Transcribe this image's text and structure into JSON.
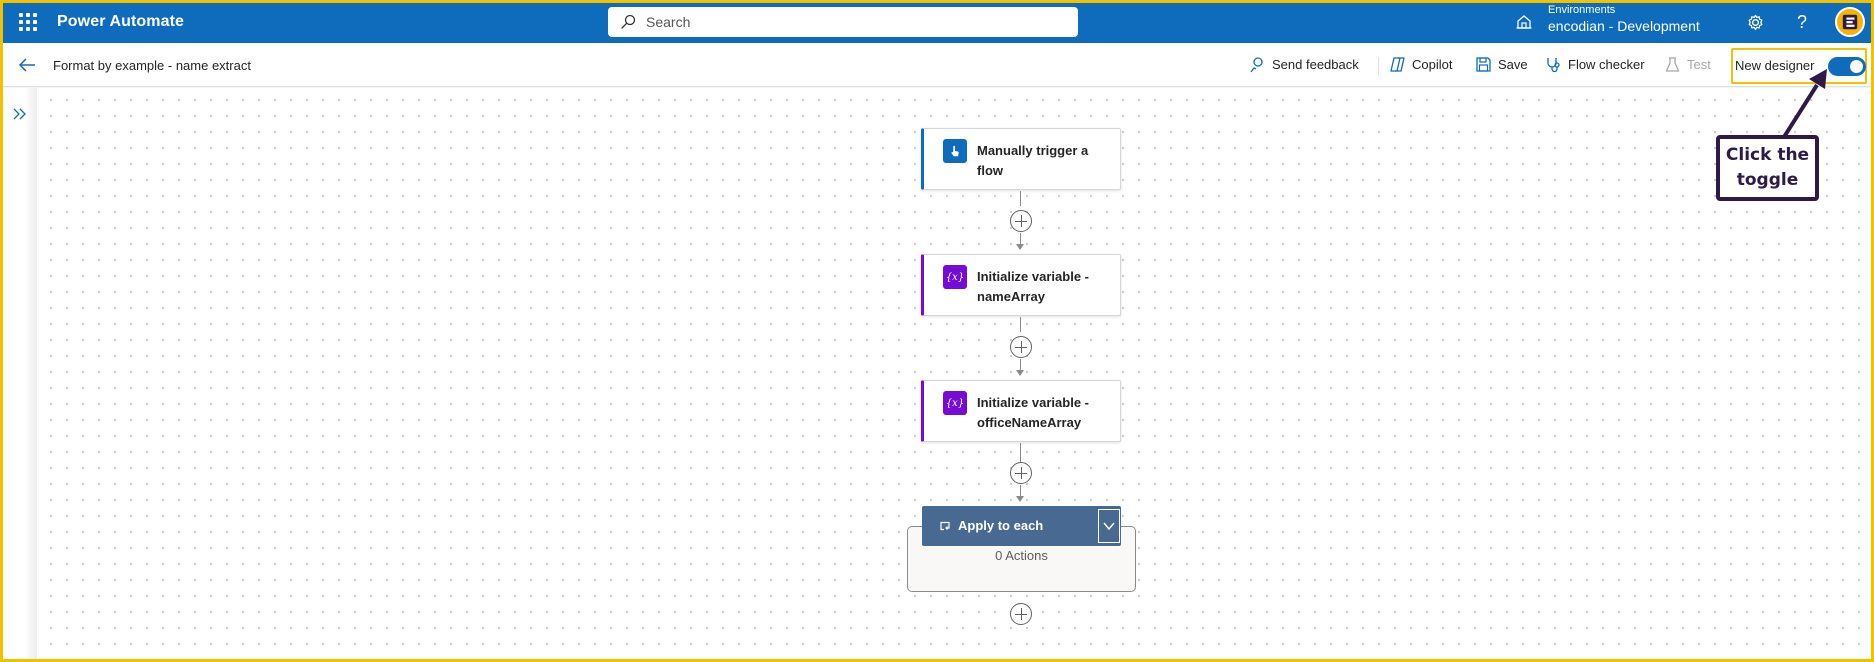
{
  "topbar": {
    "app_title": "Power Automate",
    "search_placeholder": "Search",
    "environments_label": "Environments",
    "environment_name": "encodian - Development",
    "settings_icon": "gear-icon",
    "help_glyph": "?",
    "brand_color": "#0f6cbd"
  },
  "cmdbar": {
    "flow_name": "Format by example - name extract",
    "send_feedback": "Send feedback",
    "copilot": "Copilot",
    "save": "Save",
    "flow_checker": "Flow checker",
    "test": "Test",
    "new_designer_label": "New designer",
    "new_designer_enabled": true
  },
  "canvas": {
    "steps": [
      {
        "title": "Manually trigger a flow",
        "type": "trigger",
        "icon": "manual-trigger-icon",
        "accent": "#0f6cbd"
      },
      {
        "title": "Initialize variable - nameArray",
        "type": "variable",
        "icon": "variable-icon",
        "accent": "#770bd6"
      },
      {
        "title": "Initialize variable - officeNameArray",
        "type": "variable",
        "icon": "variable-icon",
        "accent": "#770bd6"
      }
    ],
    "scope": {
      "title": "Apply to each",
      "actions_count": "0 Actions",
      "header_color": "#486991"
    },
    "variable_glyph": "{x}"
  },
  "annotation": {
    "line1": "Click the",
    "line2": "toggle",
    "color": "#2e1a47",
    "highlight_color": "#f2c200"
  }
}
